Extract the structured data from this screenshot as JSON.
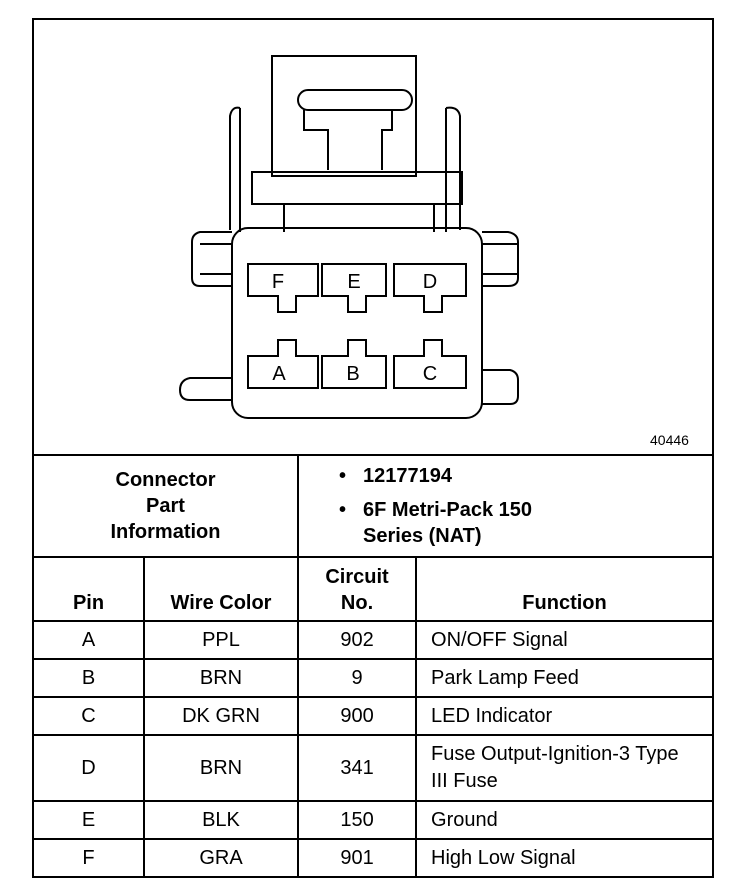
{
  "diagram": {
    "reference_number": "40446",
    "pin_labels_top": [
      "F",
      "E",
      "D"
    ],
    "pin_labels_bottom": [
      "A",
      "B",
      "C"
    ]
  },
  "connector_info": {
    "label": "Connector Part Information",
    "bullet": "•",
    "items": [
      "12177194",
      "6F Metri-Pack 150 Series (NAT)"
    ]
  },
  "table": {
    "headers": [
      "Pin",
      "Wire Color",
      "Circuit No.",
      "Function"
    ],
    "rows": [
      {
        "pin": "A",
        "wire_color": "PPL",
        "circuit": "902",
        "function": "ON/OFF Signal"
      },
      {
        "pin": "B",
        "wire_color": "BRN",
        "circuit": "9",
        "function": "Park Lamp Feed"
      },
      {
        "pin": "C",
        "wire_color": "DK GRN",
        "circuit": "900",
        "function": "LED Indicator"
      },
      {
        "pin": "D",
        "wire_color": "BRN",
        "circuit": "341",
        "function": "Fuse Output-Ignition-3 Type III Fuse"
      },
      {
        "pin": "E",
        "wire_color": "BLK",
        "circuit": "150",
        "function": "Ground"
      },
      {
        "pin": "F",
        "wire_color": "GRA",
        "circuit": "901",
        "function": "High Low Signal"
      }
    ]
  }
}
